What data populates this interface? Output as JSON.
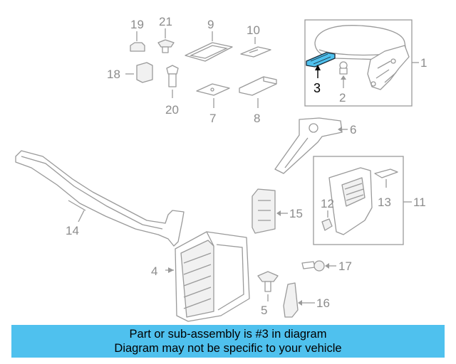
{
  "diagram": {
    "highlight_color": "#4fc1ee",
    "callouts": [
      {
        "id": "1",
        "label": "1"
      },
      {
        "id": "2",
        "label": "2"
      },
      {
        "id": "3",
        "label": "3"
      },
      {
        "id": "4",
        "label": "4"
      },
      {
        "id": "5",
        "label": "5"
      },
      {
        "id": "6",
        "label": "6"
      },
      {
        "id": "7",
        "label": "7"
      },
      {
        "id": "8",
        "label": "8"
      },
      {
        "id": "9",
        "label": "9"
      },
      {
        "id": "10",
        "label": "10"
      },
      {
        "id": "11",
        "label": "11"
      },
      {
        "id": "12",
        "label": "12"
      },
      {
        "id": "13",
        "label": "13"
      },
      {
        "id": "14",
        "label": "14"
      },
      {
        "id": "15",
        "label": "15"
      },
      {
        "id": "16",
        "label": "16"
      },
      {
        "id": "17",
        "label": "17"
      },
      {
        "id": "18",
        "label": "18"
      },
      {
        "id": "19",
        "label": "19"
      },
      {
        "id": "20",
        "label": "20"
      },
      {
        "id": "21",
        "label": "21"
      }
    ]
  },
  "banner": {
    "line1": "Part or sub-assembly is #3 in diagram",
    "line2": "Diagram may not be specific to your vehicle",
    "background": "#4fc1ee"
  }
}
